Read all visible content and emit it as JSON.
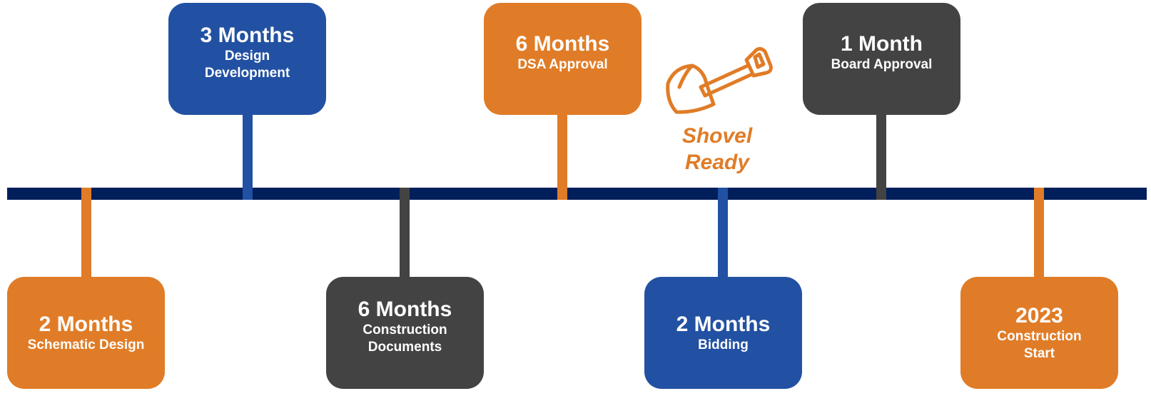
{
  "colors": {
    "axis": "#001f5b",
    "orange": "#e07c27",
    "blue": "#2251a3",
    "gray": "#434343"
  },
  "milestones": [
    {
      "duration": "2 Months",
      "label": "Schematic Design",
      "color": "orange"
    },
    {
      "duration": "3 Months",
      "label": "Design Development",
      "color": "blue"
    },
    {
      "duration": "6 Months",
      "label": "Construction Documents",
      "color": "gray"
    },
    {
      "duration": "6 Months",
      "label": "DSA Approval",
      "color": "orange"
    },
    {
      "duration": "2 Months",
      "label": "Bidding",
      "color": "blue"
    },
    {
      "duration": "1 Month",
      "label": "Board Approval",
      "color": "gray"
    },
    {
      "duration": "2023",
      "label": "Construction Start",
      "color": "orange"
    }
  ],
  "shovel": {
    "icon": "shovel-icon",
    "line1": "Shovel",
    "line2": "Ready"
  }
}
